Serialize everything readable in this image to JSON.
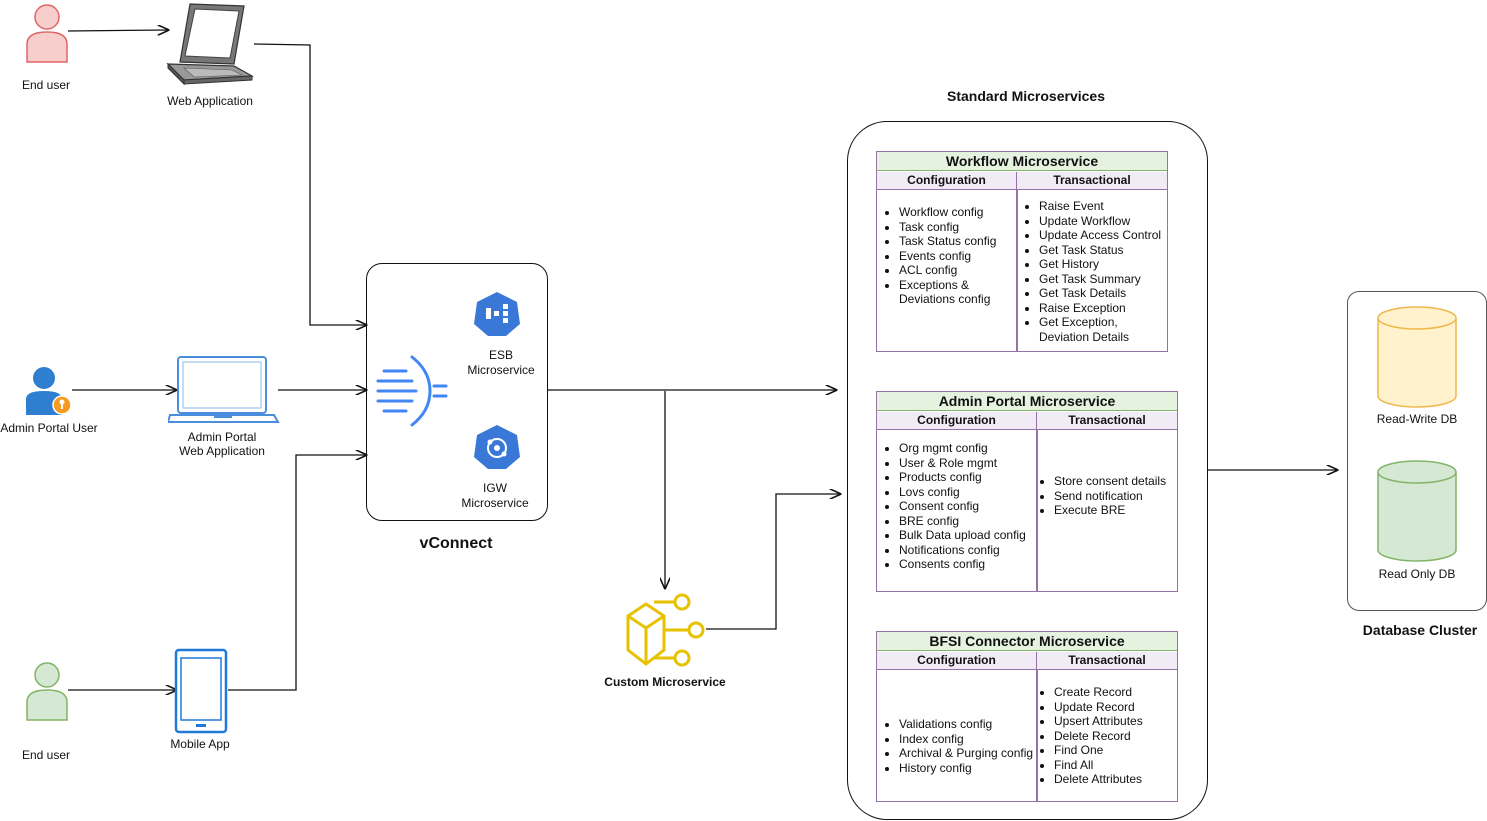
{
  "actors": {
    "end_user_top": "End user",
    "admin_portal_user": "Admin Portal User",
    "end_user_bottom": "End user"
  },
  "apps": {
    "web_application": "Web Application",
    "admin_portal_web_app": "Admin Portal\nWeb Application",
    "mobile_app": "Mobile App"
  },
  "vconnect": {
    "title": "vConnect",
    "esb": "ESB\nMicroservice",
    "igw": "IGW\nMicroservice"
  },
  "custom_microservice": "Custom Microservice",
  "standard": {
    "title": "Standard Microservices",
    "workflow": {
      "title": "Workflow Microservice",
      "config_head": "Configuration",
      "trans_head": "Transactional",
      "config_items": [
        "Workflow config",
        "Task config",
        "Task Status config",
        "Events config",
        "ACL config",
        "Exceptions & Deviations config"
      ],
      "trans_items": [
        "Raise Event",
        "Update Workflow",
        "Update Access Control",
        "Get Task Status",
        "Get History",
        "Get Task Summary",
        "Get Task Details",
        "Raise Exception",
        "Get Exception, Deviation Details"
      ]
    },
    "admin": {
      "title": "Admin Portal Microservice",
      "config_head": "Configuration",
      "trans_head": "Transactional",
      "config_items": [
        "Org mgmt config",
        "User & Role mgmt",
        "Products config",
        "Lovs config",
        "Consent config",
        "BRE config",
        "Bulk Data upload config",
        "Notifications config",
        "Consents config"
      ],
      "trans_items": [
        "Store consent details",
        "Send notification",
        "Execute BRE"
      ]
    },
    "bfsi": {
      "title": "BFSI Connector Microservice",
      "config_head": "Configuration",
      "trans_head": "Transactional",
      "config_items": [
        "Validations config",
        "Index config",
        "Archival & Purging config",
        "History config"
      ],
      "trans_items": [
        "Create Record",
        "Update Record",
        "Upsert Attributes",
        "Delete Record",
        "Find One",
        "Find All",
        "Delete Attributes"
      ]
    }
  },
  "database": {
    "title": "Database Cluster",
    "read_write": "Read-Write DB",
    "read_only": "Read Only DB"
  },
  "colors": {
    "actor_red": "#e06666",
    "actor_green": "#82b366",
    "header_green": "#82b366",
    "border_purple": "#9673a6",
    "google_blue": "#4285f4",
    "db_orange": "#f0b64a",
    "db_green": "#82b366",
    "custom_yellow": "#e6c200"
  }
}
